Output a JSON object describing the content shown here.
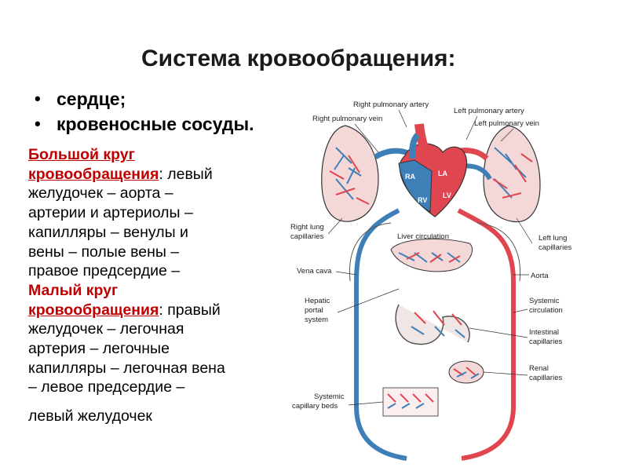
{
  "title": "Система кровообращения:",
  "bullets": [
    "сердце;",
    "кровеносные сосуды."
  ],
  "big_circle": {
    "heading_1": "Большой круг",
    "heading_2": "кровообращения",
    "text_after_heading": ": левый",
    "lines": [
      "желудочек – аорта –",
      "артерии и артериолы –",
      "капилляры – венулы и",
      "вены – полые вены –",
      "правое предсердие –"
    ]
  },
  "small_circle": {
    "heading_1": "Малый круг",
    "heading_2": "кровообращения",
    "text_after_heading": ": правый",
    "lines": [
      "желудочек – легочная",
      "артерия – легочные",
      "капилляры – легочная вена",
      "– левое предсердие –"
    ],
    "last_line": "левый желудочек"
  },
  "diagram": {
    "labels": {
      "right_pulmonary_artery": "Right pulmonary artery",
      "left_pulmonary_artery": "Left pulmonary artery",
      "right_pulmonary_vein": "Right pulmonary vein",
      "left_pulmonary_vein": "Left pulmonary vein",
      "right_lung_capillaries_1": "Right lung",
      "right_lung_capillaries_2": "capillaries",
      "liver_circulation": "Liver circulation",
      "left_lung_capillaries_1": "Left lung",
      "left_lung_capillaries_2": "capillaries",
      "vena_cava": "Vena cava",
      "aorta": "Aorta",
      "hepatic_portal_1": "Hepatic",
      "hepatic_portal_2": "portal",
      "hepatic_portal_3": "system",
      "systemic_circulation_1": "Systemic",
      "systemic_circulation_2": "circulation",
      "intestinal_capillaries_1": "Intestinal",
      "intestinal_capillaries_2": "capillaries",
      "renal_capillaries_1": "Renal",
      "renal_capillaries_2": "capillaries",
      "systemic_beds_1": "Systemic",
      "systemic_beds_2": "capillary beds"
    },
    "heart_labels": {
      "ra": "RA",
      "la": "LA",
      "rv": "RV",
      "lv": "LV"
    },
    "colors": {
      "artery": "#e0464f",
      "vein": "#3f7fb8",
      "vessel_light": "#f4c2c2",
      "organ": "#f0dada"
    }
  }
}
